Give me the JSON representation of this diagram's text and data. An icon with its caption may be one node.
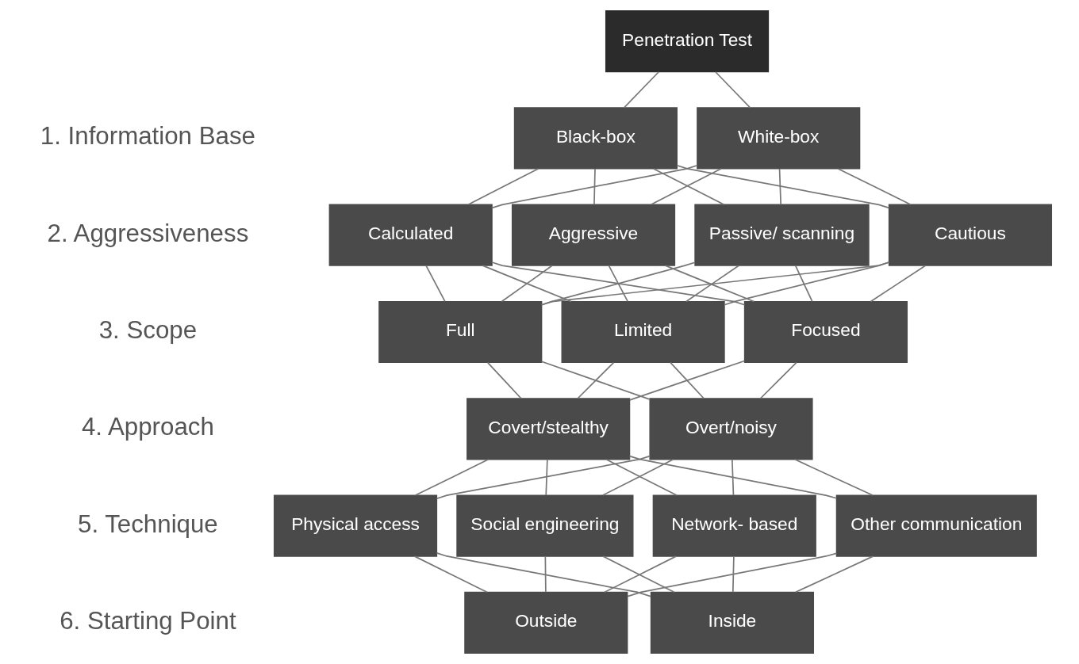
{
  "diagram": {
    "nodes": [
      {
        "text": [
          "Penetration Test"
        ]
      },
      {
        "text": [
          "Black-box"
        ]
      },
      {
        "text": [
          "White-box"
        ]
      },
      {
        "text": [
          "Passive/ scanning"
        ]
      },
      {
        "text": [
          "Cautious"
        ]
      },
      {
        "text": [
          "Calculated"
        ]
      },
      {
        "text": [
          "Aggressive"
        ]
      },
      {
        "text": [
          "Full"
        ]
      },
      {
        "text": [
          "Limited"
        ]
      },
      {
        "text": [
          "Focused"
        ]
      },
      {
        "text": [
          "Covert/stealthy"
        ]
      },
      {
        "text": [
          "Overt/noisy"
        ]
      },
      {
        "text": [
          "Network- based"
        ]
      },
      {
        "text": [
          "Other communication"
        ]
      },
      {
        "text": [
          "Physical access"
        ]
      },
      {
        "text": [
          "Social engineering"
        ]
      },
      {
        "text": [
          "Outside"
        ]
      },
      {
        "text": [
          "Inside"
        ]
      }
    ],
    "edges": [
      {
        "from": 0,
        "to": 1,
        "arrow": "none"
      },
      {
        "from": 0,
        "to": 2,
        "arrow": "none"
      },
      {
        "from": 1,
        "to": 3,
        "arrow": "none"
      },
      {
        "from": 1,
        "to": 4,
        "arrow": "none"
      },
      {
        "from": 1,
        "to": 5,
        "arrow": "none"
      },
      {
        "from": 1,
        "to": 6,
        "arrow": "none"
      },
      {
        "from": 2,
        "to": 3,
        "arrow": "none"
      },
      {
        "from": 2,
        "to": 4,
        "arrow": "none"
      },
      {
        "from": 2,
        "to": 5,
        "arrow": "none"
      },
      {
        "from": 2,
        "to": 6,
        "arrow": "none"
      },
      {
        "from": 3,
        "to": 7,
        "arrow": "none"
      },
      {
        "from": 3,
        "to": 8,
        "arrow": "none"
      },
      {
        "from": 3,
        "to": 9,
        "arrow": "none"
      },
      {
        "from": 4,
        "to": 7,
        "arrow": "none"
      },
      {
        "from": 4,
        "to": 8,
        "arrow": "none"
      },
      {
        "from": 4,
        "to": 9,
        "arrow": "none"
      },
      {
        "from": 5,
        "to": 7,
        "arrow": "none"
      },
      {
        "from": 5,
        "to": 8,
        "arrow": "none"
      },
      {
        "from": 5,
        "to": 9,
        "arrow": "none"
      },
      {
        "from": 6,
        "to": 7,
        "arrow": "none"
      },
      {
        "from": 6,
        "to": 8,
        "arrow": "none"
      },
      {
        "from": 6,
        "to": 9,
        "arrow": "none"
      },
      {
        "from": 7,
        "to": 10,
        "arrow": "none"
      },
      {
        "from": 7,
        "to": 11,
        "arrow": "none"
      },
      {
        "from": 8,
        "to": 10,
        "arrow": "none"
      },
      {
        "from": 8,
        "to": 11,
        "arrow": "none"
      },
      {
        "from": 9,
        "to": 10,
        "arrow": "none"
      },
      {
        "from": 9,
        "to": 11,
        "arrow": "none"
      },
      {
        "from": 10,
        "to": 12,
        "arrow": "none"
      },
      {
        "from": 10,
        "to": 13,
        "arrow": "none"
      },
      {
        "from": 10,
        "to": 14,
        "arrow": "none"
      },
      {
        "from": 10,
        "to": 15,
        "arrow": "none"
      },
      {
        "from": 11,
        "to": 12,
        "arrow": "none"
      },
      {
        "from": 11,
        "to": 13,
        "arrow": "none"
      },
      {
        "from": 11,
        "to": 14,
        "arrow": "none"
      },
      {
        "from": 11,
        "to": 15,
        "arrow": "none"
      },
      {
        "from": 12,
        "to": 16,
        "arrow": "none"
      },
      {
        "from": 12,
        "to": 17,
        "arrow": "none"
      },
      {
        "from": 13,
        "to": 16,
        "arrow": "none"
      },
      {
        "from": 13,
        "to": 17,
        "arrow": "none"
      },
      {
        "from": 14,
        "to": 16,
        "arrow": "none"
      },
      {
        "from": 14,
        "to": 17,
        "arrow": "none"
      },
      {
        "from": 15,
        "to": 16,
        "arrow": "none"
      },
      {
        "from": 15,
        "to": 17,
        "arrow": "none"
      }
    ],
    "labels": [
      "1. Information Base",
      "2. Aggressiveness",
      "3. Scope",
      "4. Approach",
      "5. Technique",
      "6. Starting Point"
    ]
  }
}
